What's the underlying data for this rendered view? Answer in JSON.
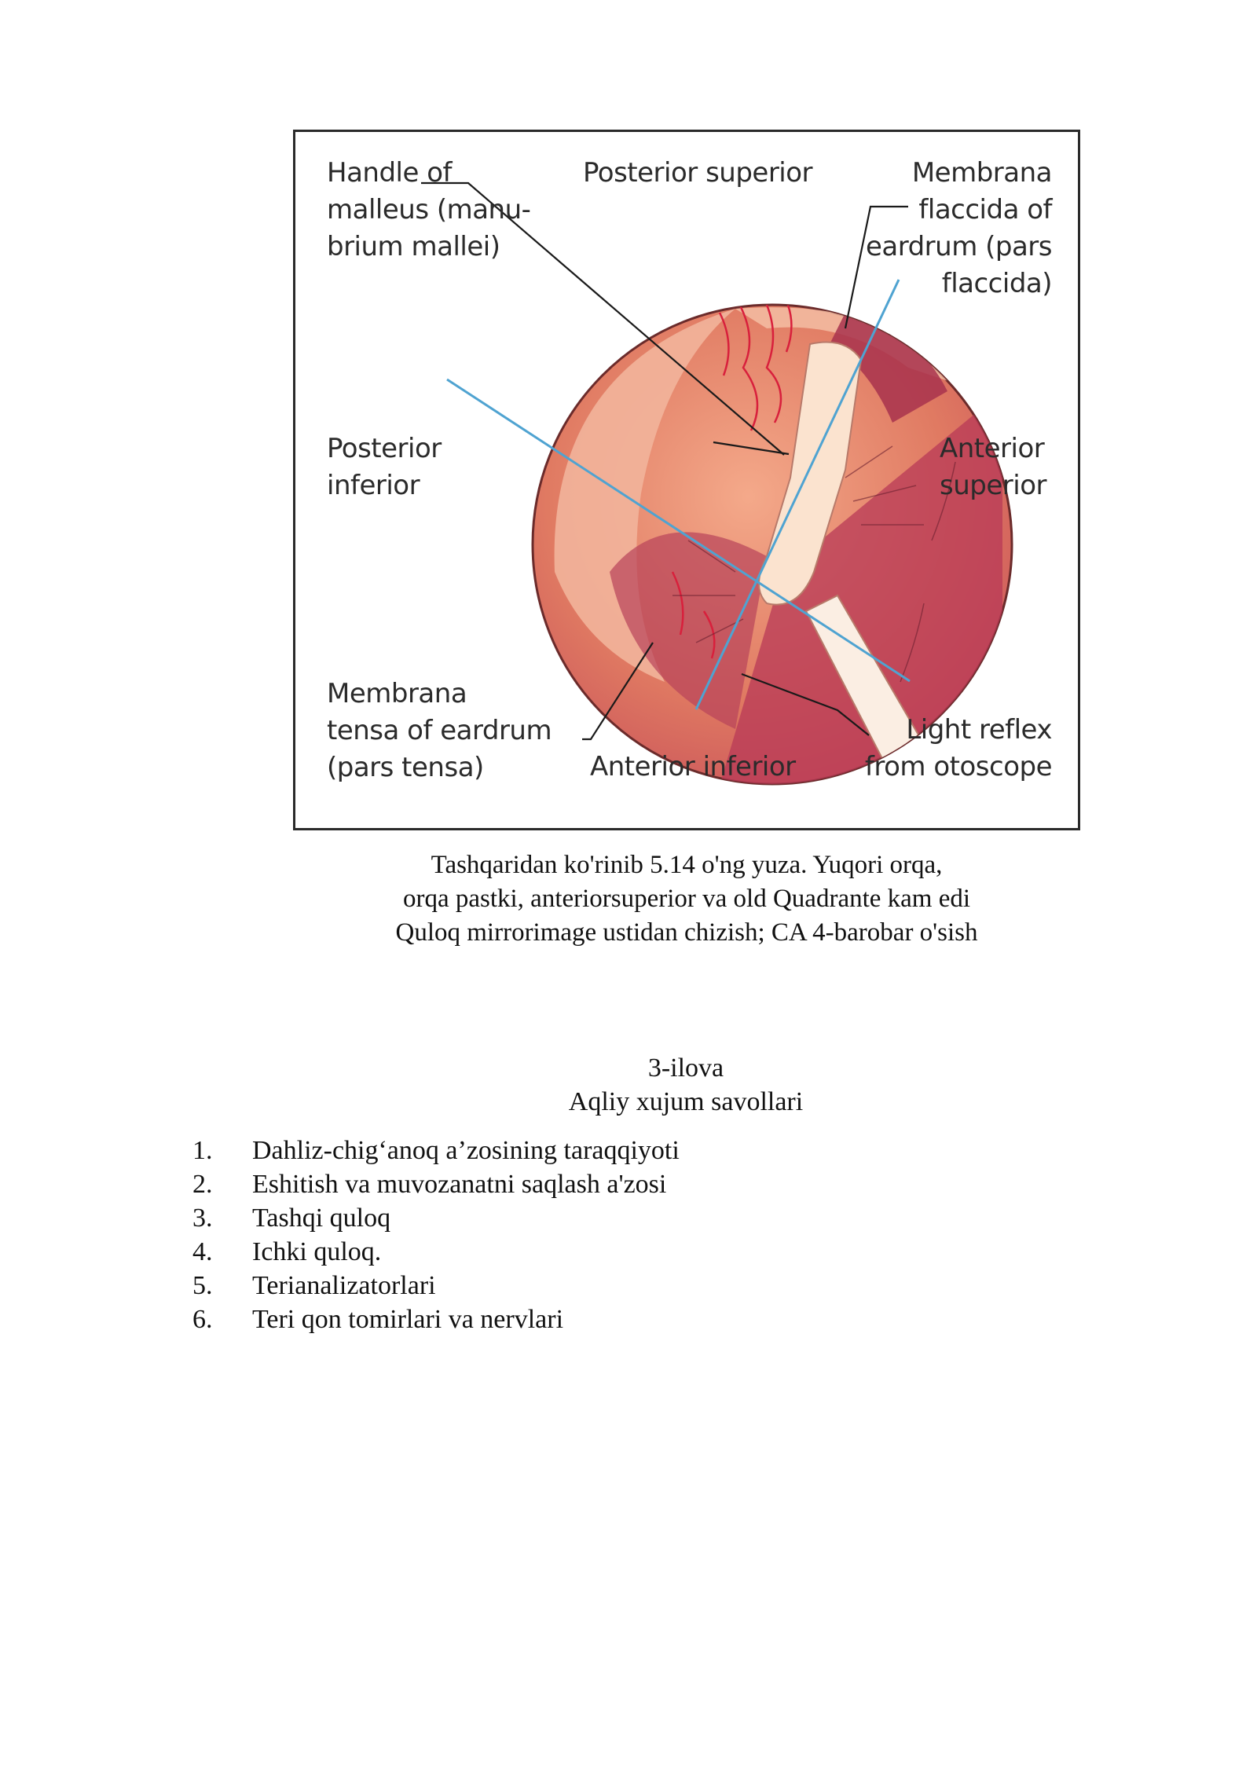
{
  "figure": {
    "labels": {
      "handle_of_malleus": "Handle of\nmalleus (manu-\nbrium mallei)",
      "posterior_superior": "Posterior superior",
      "membrana_flaccida": "Membrana\nflaccida of\neardrum (pars\nflaccida)",
      "posterior_inferior": "Posterior\ninferior",
      "anterior_superior": "Anterior\nsuperior",
      "membrana_tensa": "Membrana\ntensa of eardrum\n(pars tensa)",
      "anterior_inferior": "Anterior inferior",
      "light_reflex": "Light reflex\nfrom otoscope"
    },
    "colors": {
      "membrane": "#e8896a",
      "membrane_dark": "#b23a55",
      "rim": "#f2b49b",
      "light_reflex": "#fbe9dc",
      "quadrant_lines": "#4fa3d1",
      "vessels": "#d8203c"
    }
  },
  "caption": {
    "line1": "Tashqaridan ko'rinib 5.14 o'ng yuza. Yuqori orqa,",
    "line2": "orqa pastki, anteriorsuperior va old Quadrante kam edi",
    "line3": "Quloq mirrorimage ustidan chizish; CA 4-barobar o'sish"
  },
  "appendix": {
    "number": "3-ilova",
    "title": "Aqliy xujum savollari",
    "questions": [
      {
        "num": "1.",
        "text": "Dahliz-chig‘anoq a’zosining taraqqiyoti"
      },
      {
        "num": "2.",
        "text": "Eshitish va muvozanatni saqlash a'zosi"
      },
      {
        "num": "3.",
        "text": "Tashqi quloq"
      },
      {
        "num": "4.",
        "text": "Ichki quloq."
      },
      {
        "num": "5.",
        "text": "Terianalizatorlari"
      },
      {
        "num": "6.",
        "text": "Teri qon tomirlari va nervlari"
      }
    ]
  }
}
